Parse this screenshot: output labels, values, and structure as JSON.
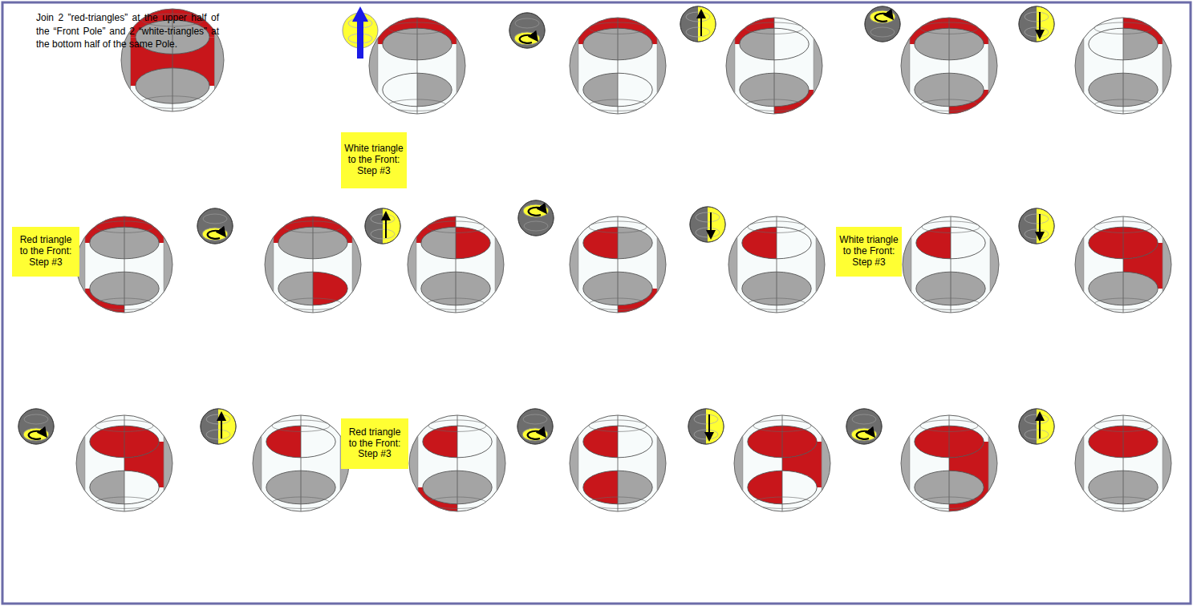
{
  "diagram": {
    "nodes": [
      {
        "text": [
          "White triangle to the Front: Step #3"
        ]
      },
      {
        "text": [
          "Red triangle to the Front: Step #3"
        ]
      },
      {
        "text": [
          "White triangle to the Front: Step #3"
        ]
      },
      {
        "text": [
          "Red triangle to the Front: Step #3"
        ]
      }
    ],
    "labels": [
      "Join 2 ”red-triangles” at the upper half of the “Front Pole” and 2 “white-triangles” at the bottom half of the same Pole."
    ]
  }
}
